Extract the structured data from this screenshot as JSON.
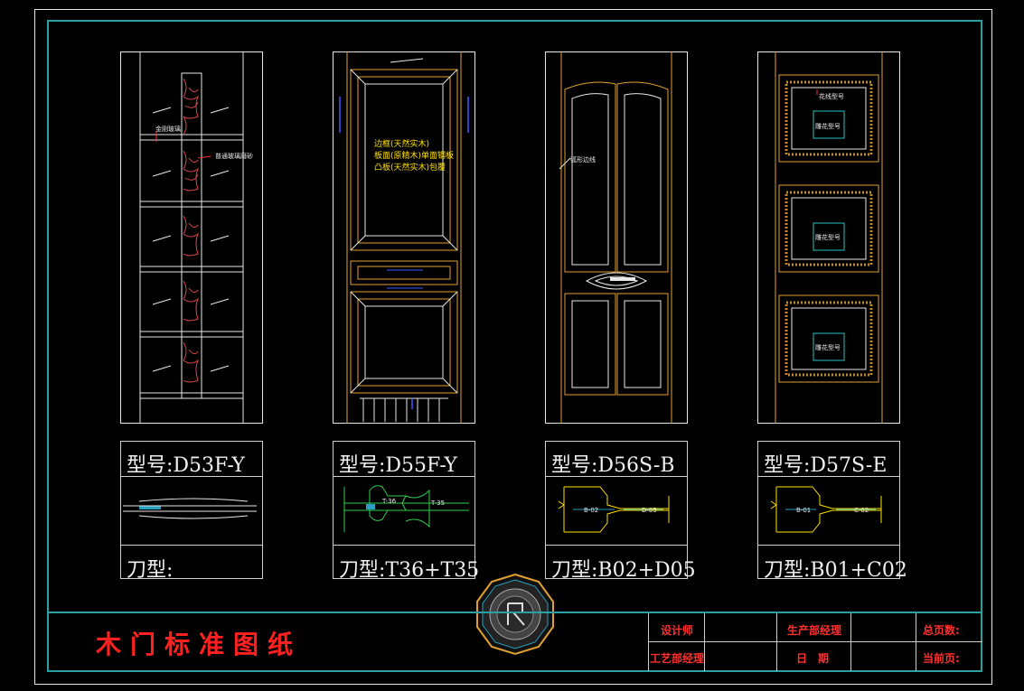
{
  "title_block": {
    "drawing_title": "木门标准图纸",
    "designer_label": "设计师",
    "process_manager_label": "工艺部经理",
    "production_manager_label": "生产部经理",
    "date_label": "日　期",
    "total_pages_label": "总页数:",
    "current_page_label": "当前页:"
  },
  "doors": [
    {
      "model_label": "型号:D53F-Y",
      "knife_label": "刀型:",
      "annotations": [
        "金刚玻璃",
        "普通玻璃磨砂"
      ]
    },
    {
      "model_label": "型号:D55F-Y",
      "knife_label": "刀型:T36+T35",
      "notes": [
        "边框(天然实木)",
        "板面(原精木)单面钢板",
        "凸板(天然实木)包覆"
      ],
      "profile_marks": [
        "T-36",
        "T-35"
      ]
    },
    {
      "model_label": "型号:D56S-B",
      "knife_label": "刀型:B02+D05",
      "annotations": [
        "弧形边线"
      ],
      "profile_marks": [
        "B-02",
        "D-05"
      ]
    },
    {
      "model_label": "型号:D57S-E",
      "knife_label": "刀型:B01+C02",
      "annotations": [
        "花线型号",
        "雕花型号",
        "雕花型号",
        "雕花型号"
      ],
      "profile_marks": [
        "B-01",
        "C-02"
      ]
    }
  ],
  "colors": {
    "background": "#000000",
    "outline": "#e8e8e8",
    "frame_border": "#2aa0a0",
    "accent_gold": "#e0a030",
    "title_red": "#ff2020",
    "note_yellow": "#ffe000"
  }
}
